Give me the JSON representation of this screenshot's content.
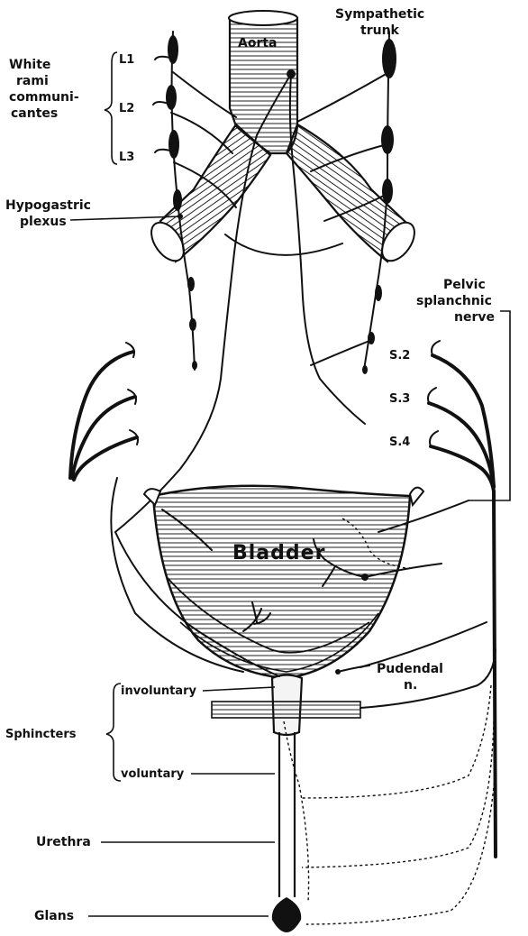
{
  "labels": {
    "aorta": "Aorta",
    "sympathetic_trunk_1": "Sympathetic",
    "sympathetic_trunk_2": "trunk",
    "white_rami_1": "White",
    "white_rami_2": "rami",
    "white_rami_3": "communi-",
    "white_rami_4": "cantes",
    "l1": "L1",
    "l2": "L2",
    "l3": "L3",
    "hypogastric_1": "Hypogastric",
    "hypogastric_2": "plexus",
    "pelvic_1": "Pelvic",
    "pelvic_2": "splanchnic",
    "pelvic_3": "nerve",
    "s2": "S.2",
    "s3": "S.3",
    "s4": "S.4",
    "bladder": "Bladder",
    "pudendal_1": "Pudendal",
    "pudendal_2": "n.",
    "involuntary": "involuntary",
    "sphincters": "Sphincters",
    "voluntary": "voluntary",
    "urethra": "Urethra",
    "glans": "Glans"
  },
  "colors": {
    "ink": "#111111",
    "paper": "#ffffff"
  }
}
